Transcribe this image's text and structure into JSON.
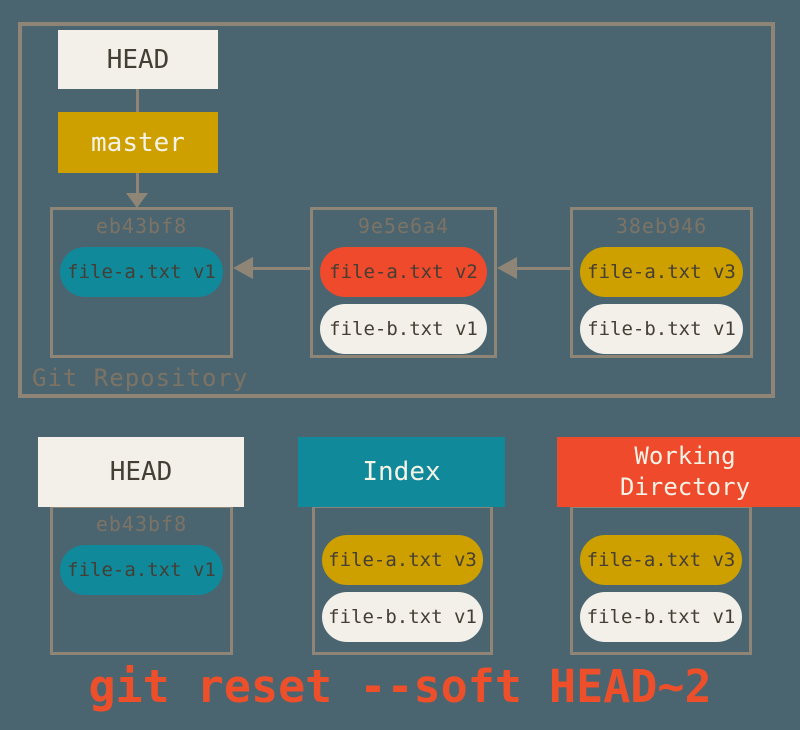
{
  "colors": {
    "background": "#4b6570",
    "border": "#8f8577",
    "offwhite": "#f2f0e8",
    "teal": "#10899a",
    "gold": "#cda000",
    "red": "#ee4a2b",
    "caption": "#ee4f2b",
    "dark_text": "#453e35",
    "muted_text": "#7c7365",
    "light_text": "#f5f2e6"
  },
  "repository": {
    "label": "Git Repository",
    "head_label": "HEAD",
    "branch_label": "master",
    "commits": [
      {
        "hash": "eb43bf8",
        "files": [
          {
            "name": "file-a.txt v1",
            "fill": "teal"
          }
        ]
      },
      {
        "hash": "9e5e6a4",
        "files": [
          {
            "name": "file-a.txt v2",
            "fill": "red"
          },
          {
            "name": "file-b.txt v1",
            "fill": "offwhite"
          }
        ]
      },
      {
        "hash": "38eb946",
        "files": [
          {
            "name": "file-a.txt v3",
            "fill": "gold"
          },
          {
            "name": "file-b.txt v1",
            "fill": "offwhite"
          }
        ]
      }
    ]
  },
  "trees": {
    "head": {
      "title": "HEAD",
      "hash": "eb43bf8",
      "files": [
        {
          "name": "file-a.txt v1",
          "fill": "teal"
        }
      ]
    },
    "index": {
      "title": "Index",
      "files": [
        {
          "name": "file-a.txt v3",
          "fill": "gold"
        },
        {
          "name": "file-b.txt v1",
          "fill": "offwhite"
        }
      ]
    },
    "working_directory": {
      "title": "Working Directory",
      "files": [
        {
          "name": "file-a.txt v3",
          "fill": "gold"
        },
        {
          "name": "file-b.txt v1",
          "fill": "offwhite"
        }
      ]
    }
  },
  "caption": "git reset --soft HEAD~2"
}
